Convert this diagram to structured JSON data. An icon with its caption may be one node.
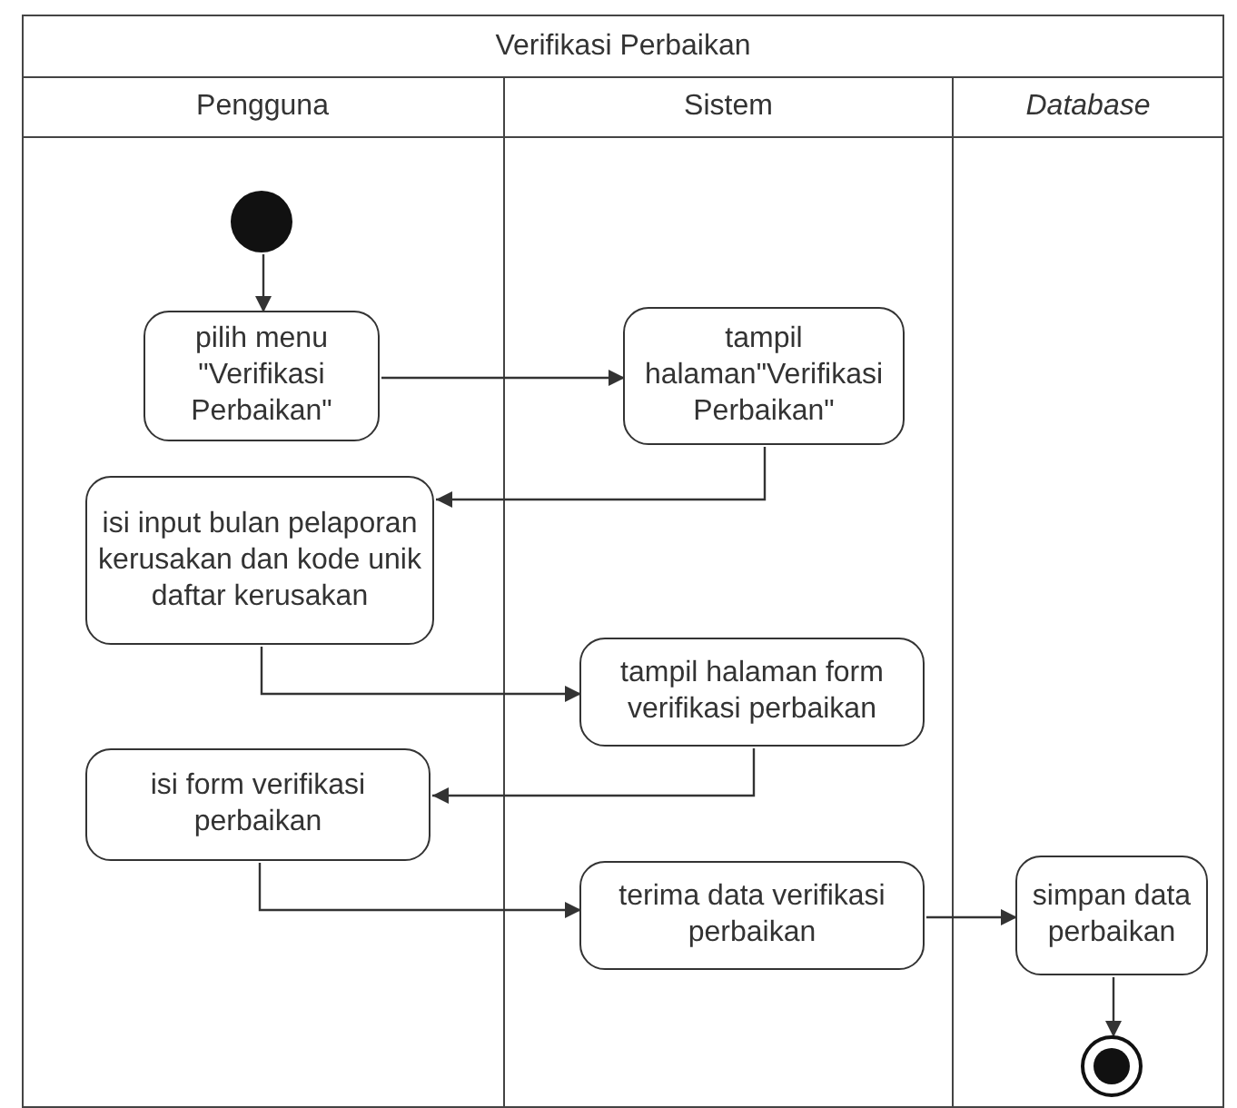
{
  "diagram": {
    "nodes": [
      {
        "text": [
          "Verifikasi Perbaikan"
        ]
      },
      {
        "text": [
          "Pengguna"
        ],
        "in": 0
      },
      {
        "text": [
          "Sistem"
        ],
        "in": 0
      },
      {
        "text": [
          "Database"
        ],
        "in": 0
      },
      {
        "text": [],
        "shape": "circle",
        "in": 1
      },
      {
        "text": [
          "pilih menu \"Verifikasi Perbaikan\""
        ],
        "in": 1
      },
      {
        "text": [
          "tampil halaman\"Verifikasi Perbaikan\""
        ],
        "in": 2
      },
      {
        "text": [
          "isi input bulan pelaporan kerusakan dan kode unik daftar kerusakan"
        ],
        "in": 1
      },
      {
        "text": [
          "tampil halaman form verifikasi perbaikan"
        ],
        "in": 2
      },
      {
        "text": [
          "isi form verifikasi perbaikan"
        ],
        "in": 1
      },
      {
        "text": [
          "terima data verifikasi perbaikan"
        ],
        "in": 2
      },
      {
        "text": [
          "simpan data perbaikan"
        ],
        "in": 3
      },
      {
        "text": [],
        "shape": "circle",
        "in": 3
      }
    ],
    "edges": [
      {
        "from": 4,
        "to": 5,
        "arrow": "to"
      },
      {
        "from": 5,
        "to": 6,
        "arrow": "to"
      },
      {
        "from": 6,
        "to": 7,
        "arrow": "to"
      },
      {
        "from": 7,
        "to": 8,
        "arrow": "to"
      },
      {
        "from": 8,
        "to": 9,
        "arrow": "to"
      },
      {
        "from": 9,
        "to": 10,
        "arrow": "to"
      },
      {
        "from": 10,
        "to": 11,
        "arrow": "to"
      },
      {
        "from": 11,
        "to": 12,
        "arrow": "to"
      }
    ]
  }
}
